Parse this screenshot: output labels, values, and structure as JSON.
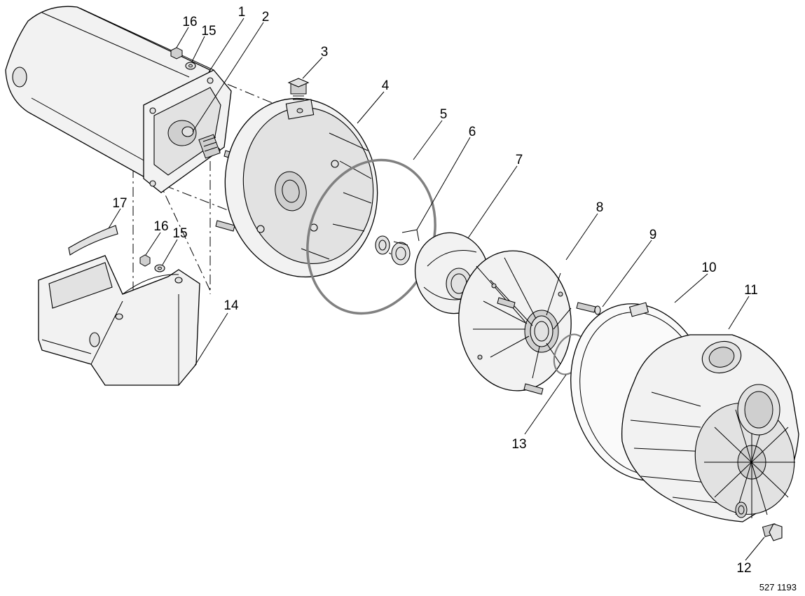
{
  "figure_id": "527 1193",
  "parts": [
    {
      "key": "p1",
      "label": "1"
    },
    {
      "key": "p2",
      "label": "2"
    },
    {
      "key": "p3",
      "label": "3"
    },
    {
      "key": "p4",
      "label": "4"
    },
    {
      "key": "p5",
      "label": "5"
    },
    {
      "key": "p6",
      "label": "6"
    },
    {
      "key": "p7",
      "label": "7"
    },
    {
      "key": "p8",
      "label": "8"
    },
    {
      "key": "p9",
      "label": "9"
    },
    {
      "key": "p10",
      "label": "10"
    },
    {
      "key": "p11",
      "label": "11"
    },
    {
      "key": "p12",
      "label": "12"
    },
    {
      "key": "p13",
      "label": "13"
    },
    {
      "key": "p14",
      "label": "14"
    },
    {
      "key": "p15a",
      "label": "15"
    },
    {
      "key": "p15b",
      "label": "15"
    },
    {
      "key": "p16a",
      "label": "16"
    },
    {
      "key": "p16b",
      "label": "16"
    },
    {
      "key": "p17",
      "label": "17"
    }
  ]
}
